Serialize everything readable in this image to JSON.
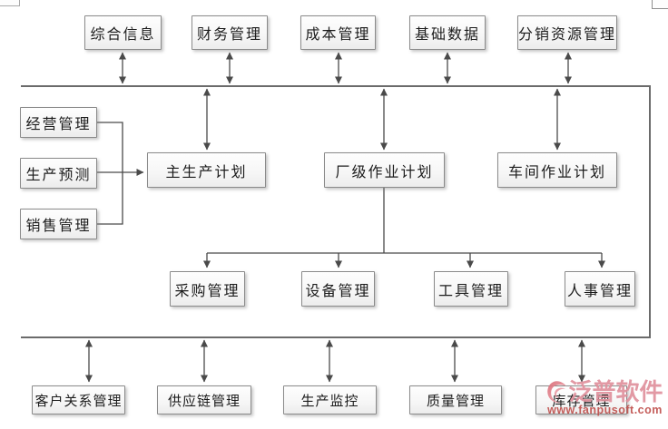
{
  "diagram": {
    "top_row": [
      "综合信息",
      "财务管理",
      "成本管理",
      "基础数据",
      "分销资源管理"
    ],
    "left_column": [
      "经营管理",
      "生产预测",
      "销售管理"
    ],
    "plan_row": [
      "主生产计划",
      "厂级作业计划",
      "车间作业计划"
    ],
    "resource_row": [
      "采购管理",
      "设备管理",
      "工具管理",
      "人事管理"
    ],
    "bottom_row": [
      "客户关系管理",
      "供应链管理",
      "生产监控",
      "质量管理",
      "库存管理"
    ]
  },
  "watermark": {
    "brand": "泛普软件",
    "url": "www.fanpusoft.com",
    "brand_color": "#e0919d",
    "url_color": "#c0504d"
  },
  "colors": {
    "box_border": "#8a8a8a",
    "box_fill_top": "#fefefe",
    "box_fill_bottom": "#ececec",
    "wire": "#4a4a4a",
    "bus": "#6b6b6b",
    "text": "#1c1c1c"
  }
}
